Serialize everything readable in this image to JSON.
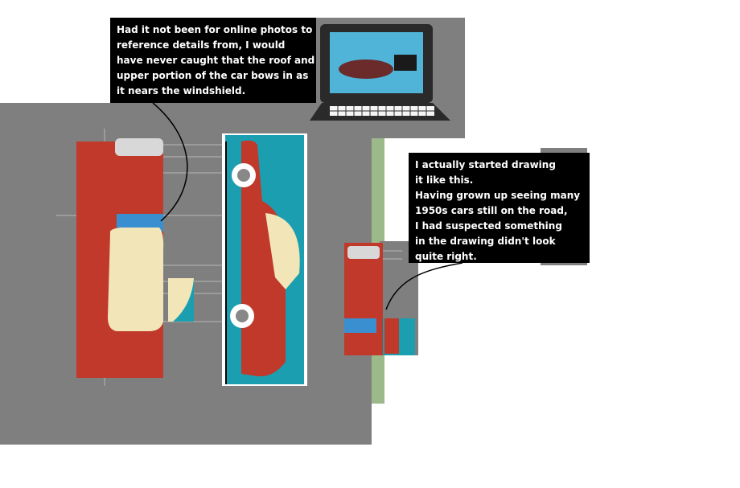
{
  "captions": {
    "top": {
      "lines": [
        "Had it not been for online photos to",
        "reference details from, I would",
        "have never caught that the roof and",
        "upper portion of the car bows in as",
        "it nears the windshield."
      ]
    },
    "right": {
      "lines": [
        "I actually started drawing",
        "it like this.",
        "Having grown up seeing many",
        "1950s cars still on the road,",
        "I had suspected something",
        "in the drawing didn't look",
        "quite right."
      ]
    }
  },
  "colors": {
    "background": "#ffffff",
    "gray_panel": "#7f7f7f",
    "car_red": "#c0392b",
    "roof_cream": "#f2e6b8",
    "glass_blue": "#3a8fd0",
    "teal_bg": "#1b9fb0",
    "caption_bg": "#000000",
    "caption_text": "#ffffff"
  }
}
